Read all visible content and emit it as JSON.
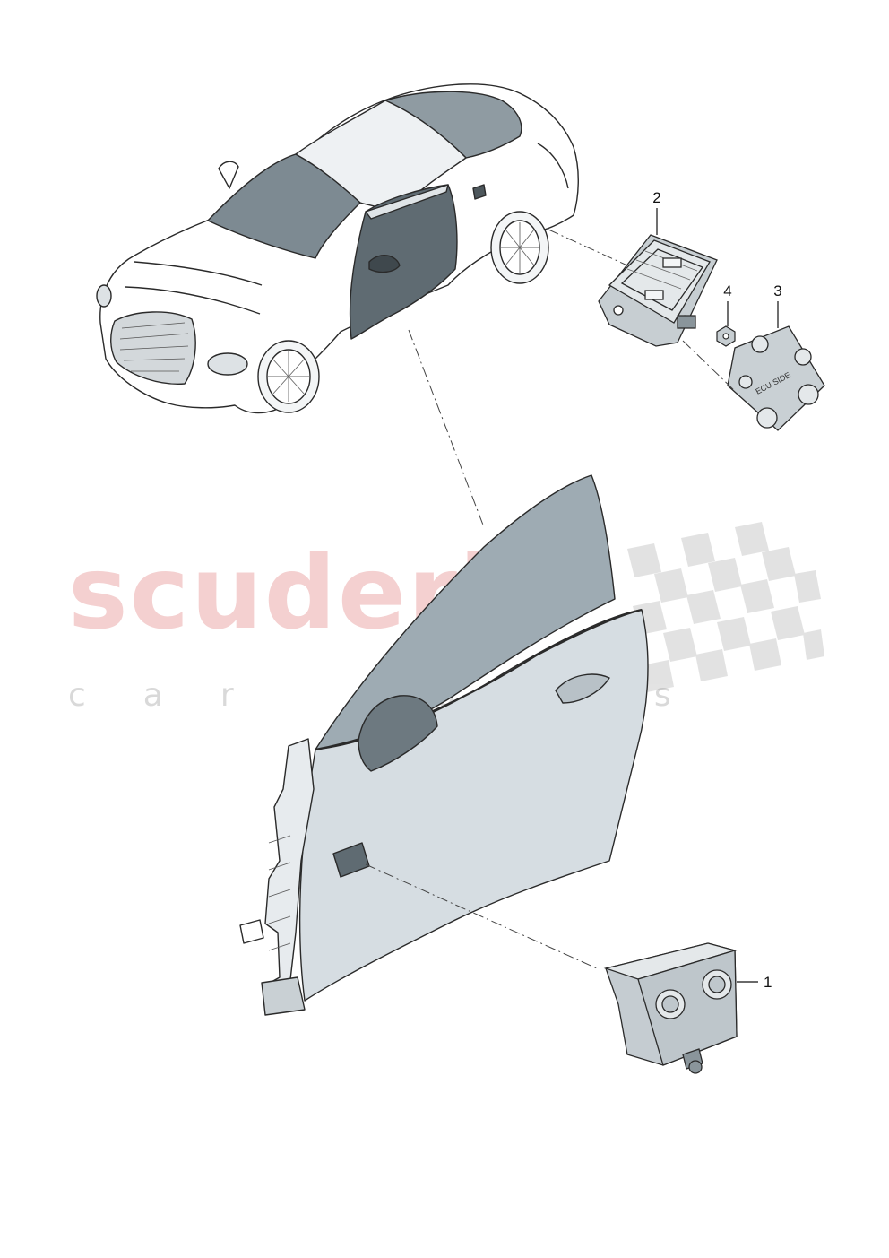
{
  "watermark": {
    "brand": "scuderia",
    "tagline": "car parts"
  },
  "callouts": [
    {
      "id": "1",
      "label": "1",
      "part": "control unit for door"
    },
    {
      "id": "2",
      "label": "2",
      "part": "control unit"
    },
    {
      "id": "3",
      "label": "3",
      "part": "bracket"
    },
    {
      "id": "4",
      "label": "4",
      "part": "nut"
    }
  ],
  "bracket_text": "ECU SIDE",
  "colors": {
    "line": "#2a2a2a",
    "glass": "#7d8a92",
    "door_fill": "#d6dde2",
    "part_fill": "#c9d0d4",
    "watermark_red": "#de6e6e",
    "watermark_grey": "#aaaaaa"
  }
}
